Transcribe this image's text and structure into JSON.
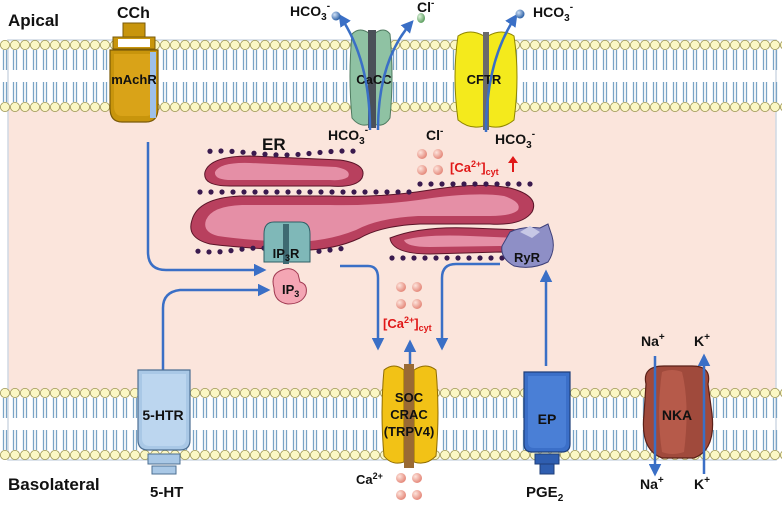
{
  "regions": {
    "apical": "Apical",
    "basolateral": "Basolateral"
  },
  "agonists": {
    "cch": "CCh",
    "five_ht": "5-HT",
    "pge2": "PGE",
    "pge2_sub": "2"
  },
  "receptors": {
    "machr": "mAchR",
    "five_htr": "5-HTR",
    "ep": "EP"
  },
  "channels": {
    "cacc": "CaCC",
    "cftr": "CFTR",
    "soc_line1": "SOC",
    "soc_line2": "CRAC",
    "soc_line3": "(TRPV4)",
    "nka": "NKA"
  },
  "organelles": {
    "er": "ER",
    "ip3r": "IP",
    "ip3r_sub": "3",
    "ip3r_tail": "R",
    "ryr": "RyR"
  },
  "messengers": {
    "ip3": "IP",
    "ip3_sub": "3"
  },
  "ions": {
    "hco3": "HCO",
    "hco3_sub": "3",
    "hco3_sup": "-",
    "cl": "Cl",
    "cl_sup": "-",
    "ca_cyt_prefix": "[Ca",
    "ca_cyt_sup": "2+",
    "ca_cyt_close": "]",
    "ca_cyt_sub": "cyt",
    "ca_ext": "Ca",
    "ca_ext_sup": "2+",
    "na": "Na",
    "na_sup": "+",
    "k": "K",
    "k_sup": "+"
  },
  "colors": {
    "cytoplasm": "#fbe5dc",
    "membrane_head": "#fbf7c4",
    "membrane_tail": "#7aa4c6",
    "arrow": "#3a6fc6",
    "highlight_text": "#e01818"
  }
}
